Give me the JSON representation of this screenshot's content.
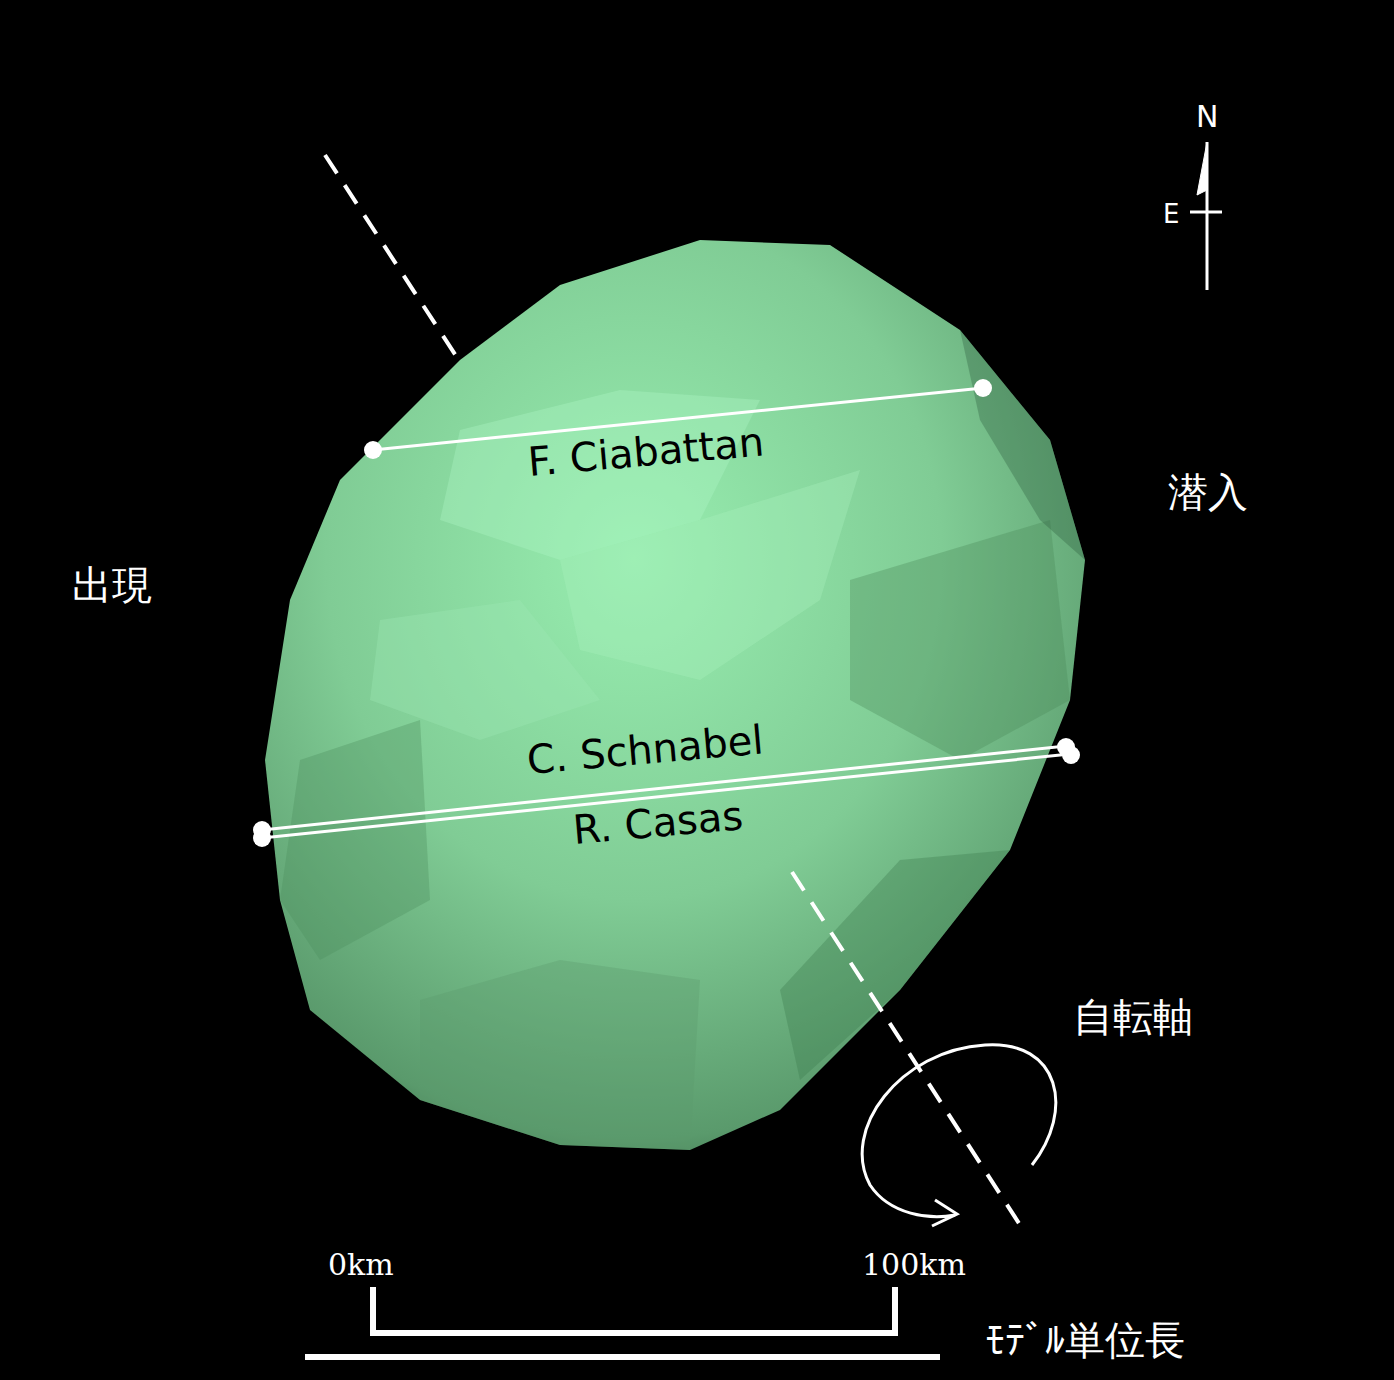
{
  "diagram": {
    "labels": [
      "N",
      "E",
      "F. Ciabattan",
      "潜入",
      "出現",
      "C. Schnabel",
      "R. Casas",
      "自転軸",
      "0km",
      "100km",
      "ﾓﾃﾞﾙ単位長"
    ]
  }
}
